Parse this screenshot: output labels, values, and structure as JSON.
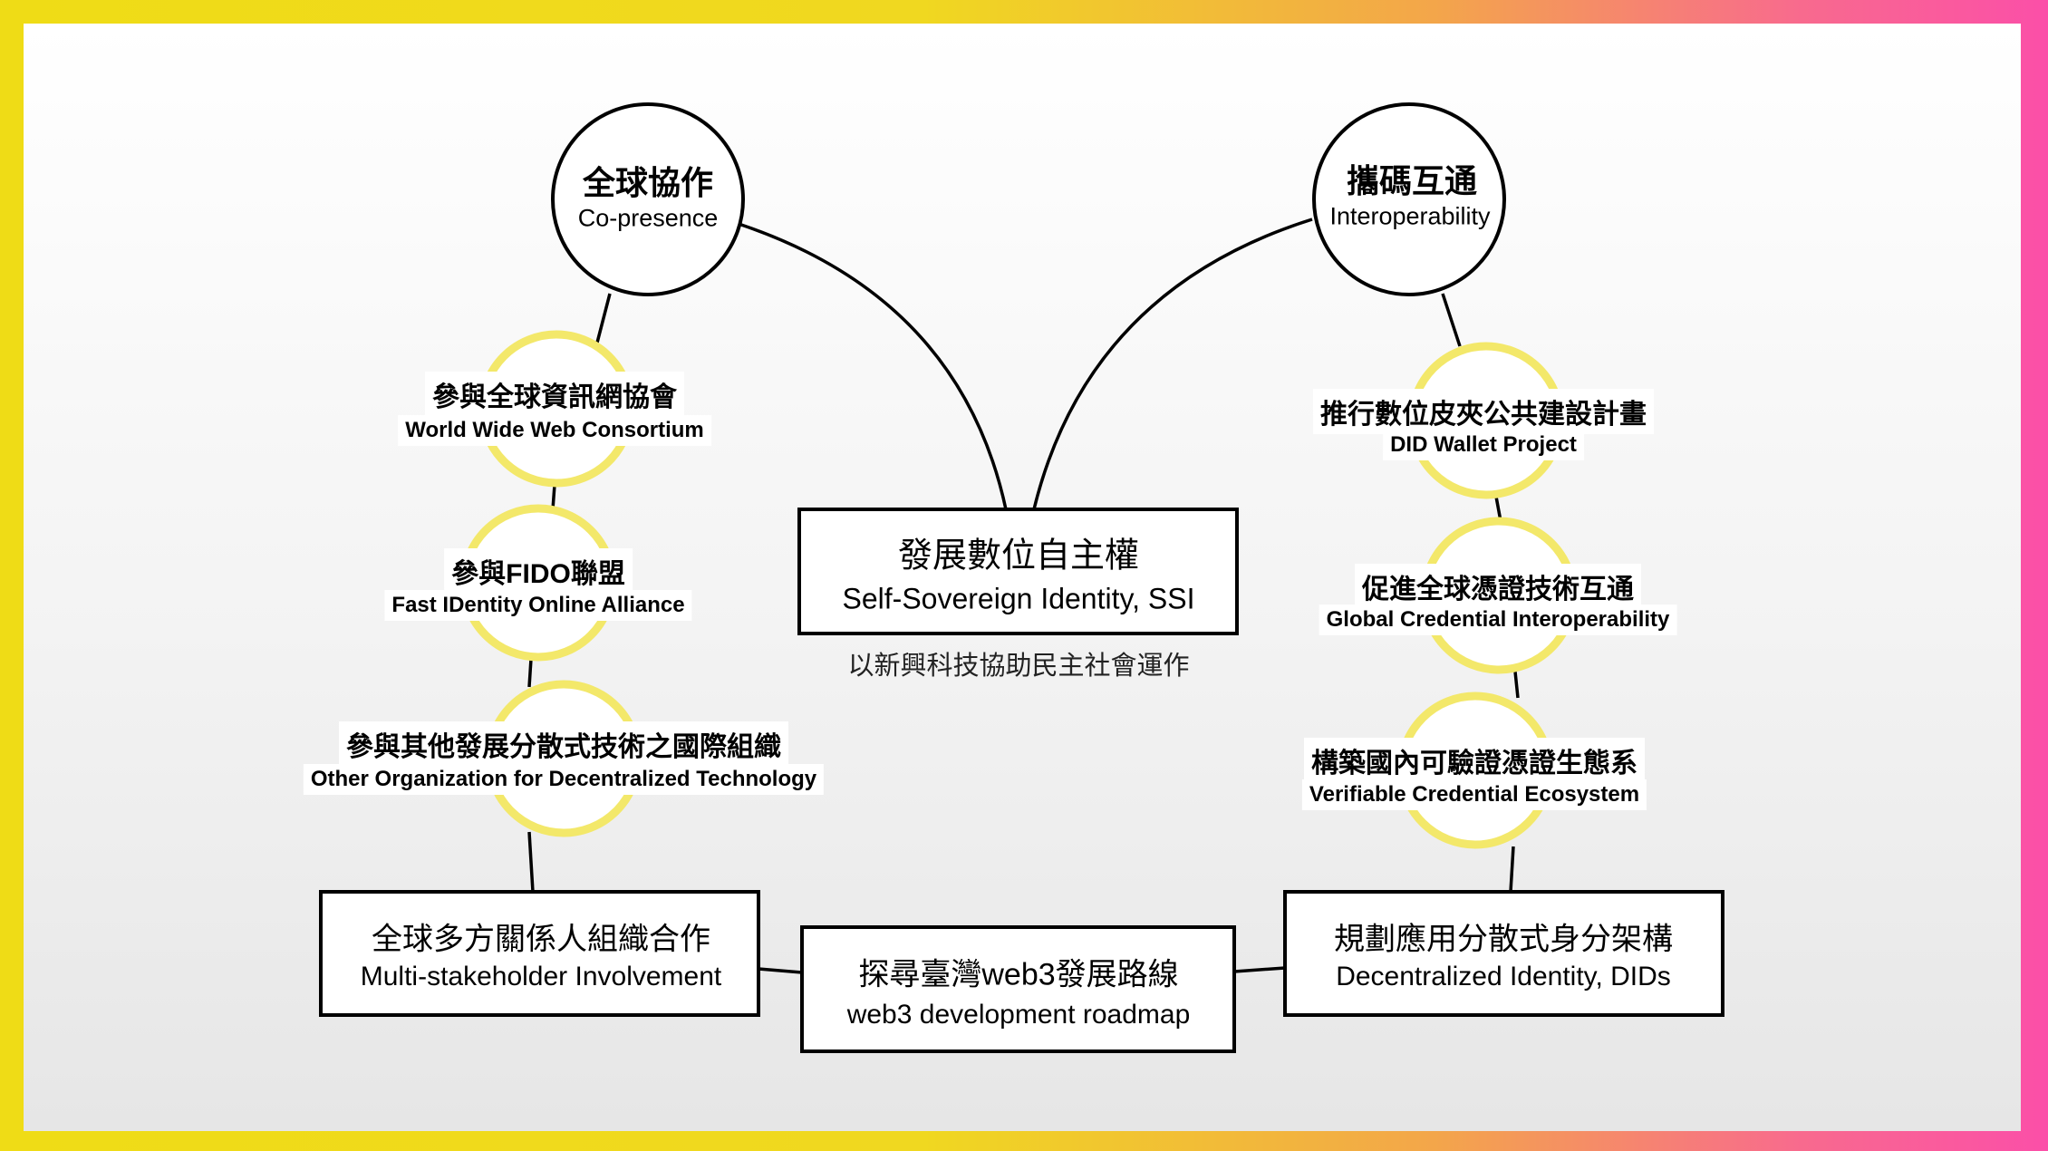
{
  "core": {
    "zh": "發展數位自主權",
    "en": "Self-Sovereign Identity, SSI",
    "subtitle": "以新興科技協助民主社會運作"
  },
  "hubs": [
    {
      "zh": "全球協作",
      "en": "Co-presence"
    },
    {
      "zh": "攜碼互通",
      "en": "Interoperability"
    }
  ],
  "left_items": [
    {
      "zh": "參與全球資訊網協會",
      "en": "World Wide Web Consortium"
    },
    {
      "zh": "參與FIDO聯盟",
      "en": "Fast IDentity Online Alliance"
    },
    {
      "zh": "參與其他發展分散式技術之國際組織",
      "en": "Other Organization for Decentralized Technology"
    }
  ],
  "right_items": [
    {
      "zh": "推行數位皮夾公共建設計畫",
      "en": "DID Wallet Project"
    },
    {
      "zh": "促進全球憑證技術互通",
      "en": "Global Credential Interoperability"
    },
    {
      "zh": "構築國內可驗證憑證生態系",
      "en": "Verifiable Credential Ecosystem"
    }
  ],
  "bottom_boxes": [
    {
      "zh": "全球多方關係人組織合作",
      "en": "Multi-stakeholder Involvement"
    },
    {
      "zh": "探尋臺灣web3發展路線",
      "en": "web3 development roadmap"
    },
    {
      "zh": "規劃應用分散式身分架構",
      "en": "Decentralized Identity, DIDs"
    }
  ],
  "colors": {
    "accent_ring": "#f3e86a",
    "border_start": "#efdc16",
    "border_end": "#fb4fa8"
  }
}
